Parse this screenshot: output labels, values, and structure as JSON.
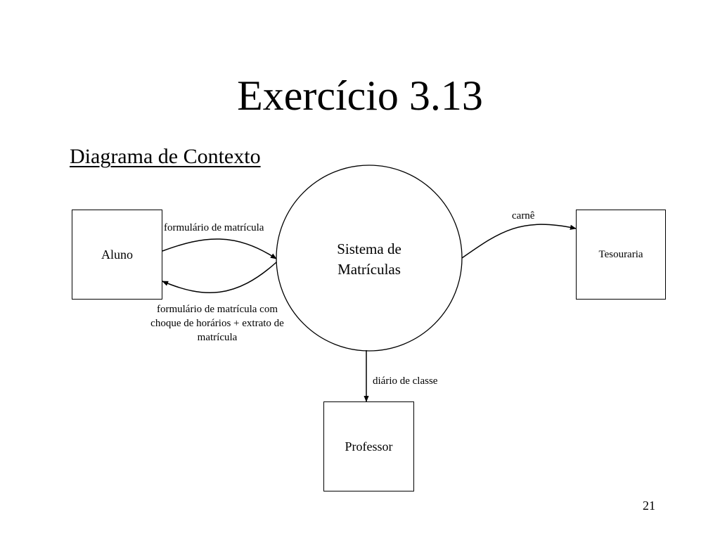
{
  "slide": {
    "title": "Exercício 3.13",
    "subtitle": "Diagrama de Contexto",
    "page_number": "21"
  },
  "diagram": {
    "process": {
      "label_line1": "Sistema de",
      "label_line2": "Matrículas"
    },
    "entities": {
      "aluno": "Aluno",
      "tesouraria": "Tesouraria",
      "professor": "Professor"
    },
    "flows": {
      "aluno_to_sistema": "formulário de matrícula",
      "sistema_to_aluno": "formulário de matrícula com choque de horários + extrato de matrícula",
      "sistema_to_tesouraria": "carnê",
      "sistema_to_professor": "diário de classe"
    }
  }
}
